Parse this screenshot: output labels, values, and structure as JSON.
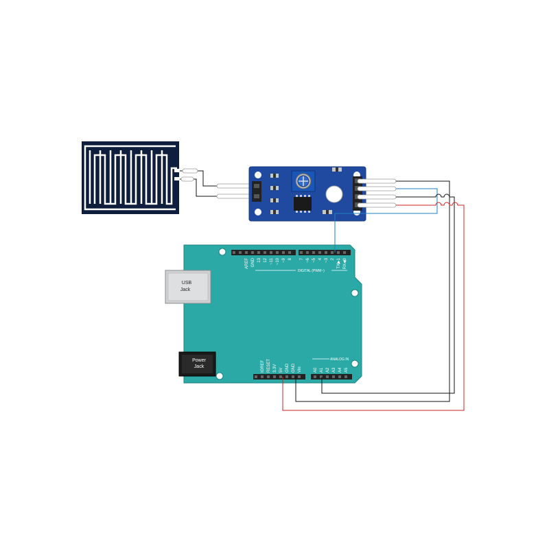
{
  "usb_jack": {
    "line1": "USB",
    "line2": "Jack"
  },
  "power_jack": {
    "line1": "Power",
    "line2": "Jack"
  },
  "digital_pins": [
    "AREF",
    "GND",
    "13",
    "12",
    "~11",
    "~10",
    "~9",
    "8",
    "7",
    "~6",
    "~5",
    "4",
    "~3",
    "2",
    "TX▶1",
    "RX◀0"
  ],
  "digital_label": "DIGITAL (PWM~)",
  "power_pins": [
    "IOREF",
    "RESET",
    "3.3V",
    "5V",
    "GND",
    "GND",
    "Vin"
  ],
  "analog_pins": [
    "A0",
    "A1",
    "A2",
    "A3",
    "A4",
    "A5"
  ],
  "analog_label": "ANALOG IN",
  "colors": {
    "board": "#2aa9a6",
    "module": "#1f4aa0",
    "sensor": "#0e1e3c",
    "wire_black": "#111111",
    "wire_red": "#d22020",
    "wire_blue": "#1d7fc2"
  },
  "icons": [
    "rain-sensor-plate",
    "sensor-module",
    "potentiometer",
    "arduino-board",
    "usb-jack",
    "power-jack"
  ]
}
